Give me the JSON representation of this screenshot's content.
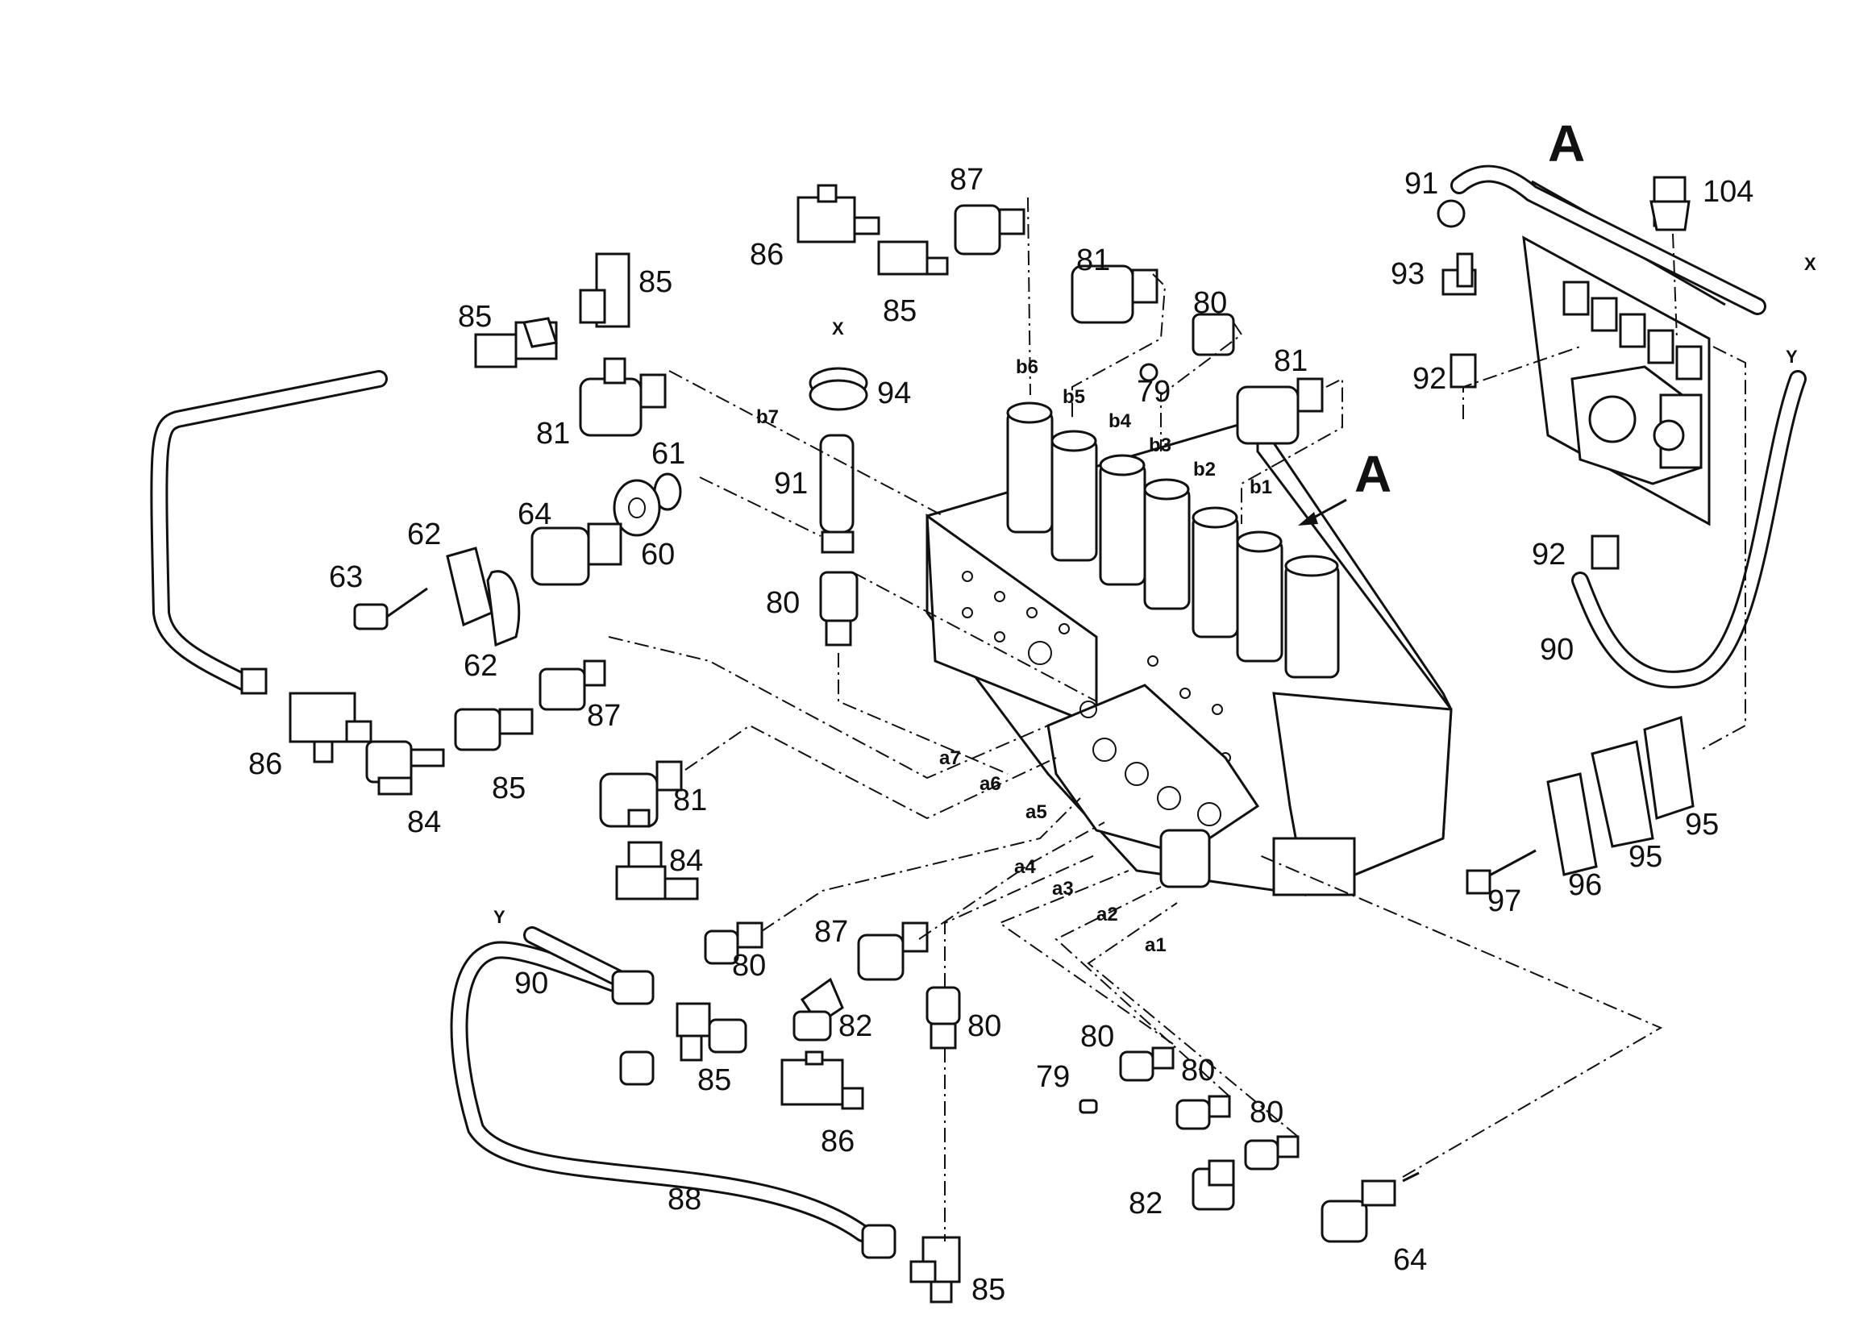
{
  "diagram": {
    "view_marker": "A",
    "connection_labels": [
      "a1",
      "a2",
      "a3",
      "a4",
      "a5",
      "a6",
      "a7",
      "b1",
      "b2",
      "b3",
      "b4",
      "b5",
      "b6",
      "b7"
    ],
    "port_markers": {
      "x": "X",
      "y": "Y"
    },
    "callouts": [
      "104",
      "91",
      "93",
      "92",
      "92",
      "90",
      "95",
      "95",
      "96",
      "97",
      "87",
      "86",
      "85",
      "81",
      "80",
      "79",
      "81",
      "85",
      "85",
      "81",
      "94",
      "91",
      "61",
      "60",
      "64",
      "62",
      "62",
      "63",
      "80",
      "86",
      "84",
      "85",
      "87",
      "81",
      "84",
      "80",
      "87",
      "82",
      "80",
      "90",
      "85",
      "86",
      "88",
      "85",
      "80",
      "79",
      "80",
      "80",
      "82",
      "64"
    ]
  }
}
